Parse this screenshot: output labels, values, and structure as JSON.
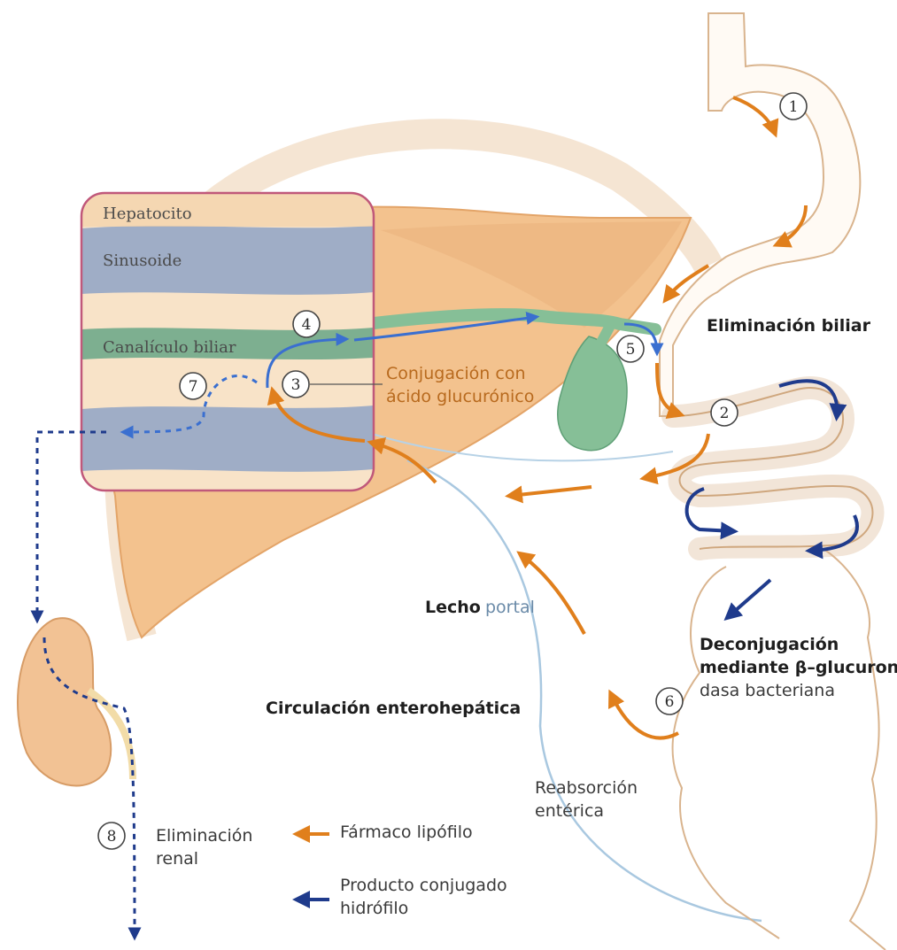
{
  "colors": {
    "liver": "#f3c28e",
    "liver_dark": "#e9ab6c",
    "sinusoid": "#8fa3c6",
    "canaliculus": "#6fa98a",
    "gallbladder": "#86bf97",
    "orange_arrow": "#e07f1c",
    "blue_arrow": "#1f3b8c",
    "kidney": "#f2c294",
    "portal_line": "#a9c8e0",
    "inset_border": "#c0587a"
  },
  "inset": {
    "hepatocito": "Hepatocito",
    "sinusoide": "Sinusoide",
    "canaliculo": "Canalículo biliar"
  },
  "labels": {
    "conjugacion_1": "Conjugación con",
    "conjugacion_2": "ácido glucurónico",
    "eliminacion_biliar": "Eliminación biliar",
    "deconj_1": "Deconjugación",
    "deconj_2": "mediante β–glucuroni-",
    "deconj_3": "dasa bacteriana",
    "lecho_1": "Lecho",
    "lecho_2": "portal",
    "circulacion": "Circulación enterohepática",
    "reabsorcion_1": "Reabsorción",
    "reabsorcion_2": "entérica",
    "elim_renal_1": "Eliminación",
    "elim_renal_2": "renal"
  },
  "legend": {
    "lipofilo": "Fármaco lipófilo",
    "conjugado_1": "Producto conjugado",
    "conjugado_2": "hidrófilo"
  },
  "steps": [
    "1",
    "2",
    "3",
    "4",
    "5",
    "6",
    "7",
    "8"
  ]
}
